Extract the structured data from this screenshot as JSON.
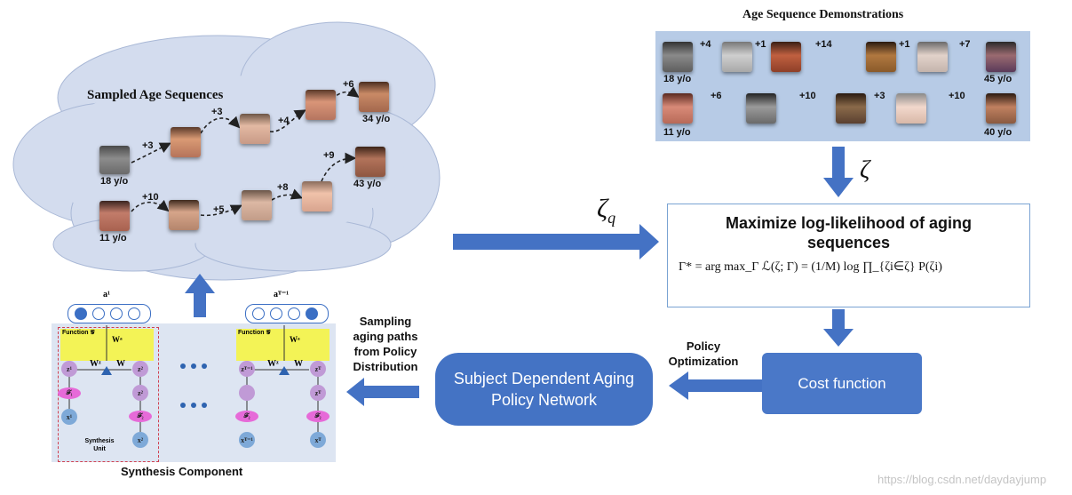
{
  "cloud": {
    "title": "Sampled Age Sequences",
    "seq1": {
      "ages": [
        "18 y/o",
        "34 y/o"
      ],
      "deltas": [
        "+3",
        "+3",
        "+4",
        "+6"
      ]
    },
    "seq2": {
      "ages": [
        "11 y/o",
        "43 y/o"
      ],
      "deltas": [
        "+10",
        "+5",
        "+8",
        "+9"
      ]
    }
  },
  "demos": {
    "title": "Age Sequence Demonstrations",
    "seq1": {
      "ages": [
        "18 y/o",
        "45 y/o"
      ],
      "deltas": [
        "+4",
        "+1",
        "+14",
        "+1",
        "+7"
      ]
    },
    "seq2": {
      "ages": [
        "11 y/o",
        "40 y/o"
      ],
      "deltas": [
        "+6",
        "+10",
        "+3",
        "+10"
      ]
    }
  },
  "symbols": {
    "zeta": "ζ",
    "zeta_q": "ζ",
    "zeta_q_sub": "q"
  },
  "objective": {
    "title": "Maximize log-likelihood of aging sequences",
    "formula": "Γ* = arg max_Γ ℒ(ζ; Γ) = (1/M) log ∏_{ζi∈ζ} P(ζi)"
  },
  "cost_function": "Cost function",
  "policy_optimization": "Policy Optimization",
  "policy_network": "Subject Dependent Aging Policy Network",
  "sampling_label": "Sampling aging paths from Policy Distribution",
  "synthesis": {
    "title": "Synthesis Component",
    "unit_label": "Synthesis Unit",
    "function_label": "Function 𝒢",
    "a1": "a¹",
    "aT": "aᵀ⁻¹",
    "wa": "Wᵃ",
    "wz": "Wᶻ",
    "w": "W",
    "left_nodes": {
      "z1": "z¹",
      "z2": "z²",
      "f1": "𝓕₁",
      "z2b": "z²",
      "f2": "𝓕₂",
      "x1": "x¹",
      "x2": "x²"
    },
    "right_nodes": {
      "z1": "zᵀ⁻¹",
      "z2": "zᵀ",
      "f1": "𝓕₂",
      "z2b": "zᵀ",
      "f2": "𝓕₂",
      "x1": "xᵀ⁻¹",
      "x2": "xᵀ"
    }
  },
  "watermark": "https://blog.csdn.net/daydayjump",
  "colors": {
    "arrow": "#4472c4",
    "node_box": "#4473c4",
    "panel": "#b7cbe6",
    "cloud": "#d3dcee",
    "function_bg": "#f3f356"
  }
}
